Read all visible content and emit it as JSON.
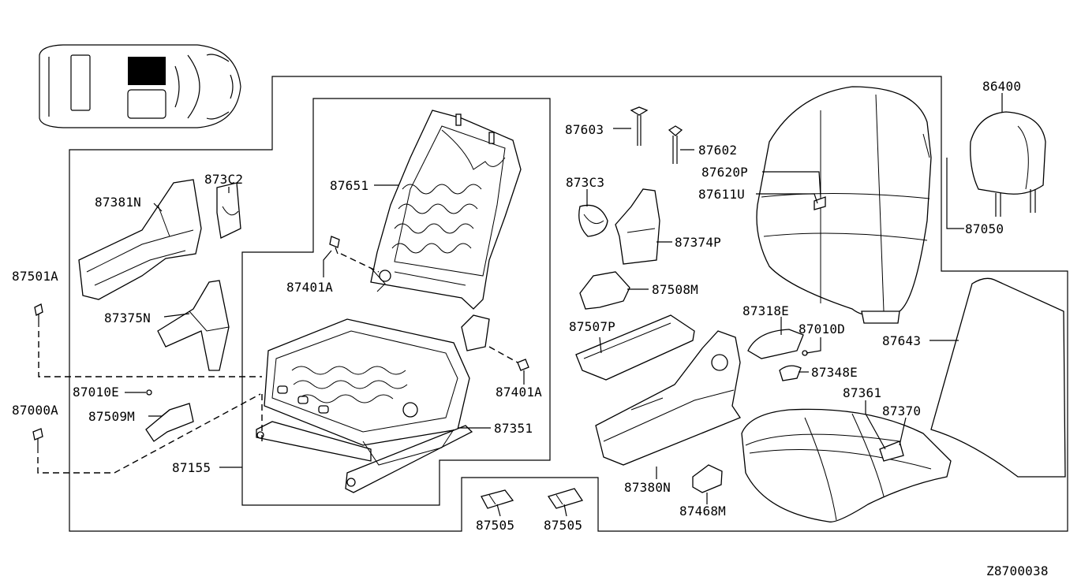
{
  "diagram": {
    "code": "Z8700038",
    "labels": {
      "p86400": "86400",
      "p87603": "87603",
      "p87602": "87602",
      "p87620P": "87620P",
      "p87611U": "87611U",
      "p87050": "87050",
      "p87651": "87651",
      "p873C2": "873C2",
      "p873C3": "873C3",
      "p87381N": "87381N",
      "p87374P": "87374P",
      "p87501A": "87501A",
      "p87401A_top": "87401A",
      "p87508M": "87508M",
      "p87375N": "87375N",
      "p87318E": "87318E",
      "p87010D": "87010D",
      "p87507P": "87507P",
      "p87643": "87643",
      "p87401A_bot": "87401A",
      "p87348E": "87348E",
      "p87010E": "87010E",
      "p87361": "87361",
      "p87000A": "87000A",
      "p87509M": "87509M",
      "p87370": "87370",
      "p87351": "87351",
      "p87155": "87155",
      "p87380N": "87380N",
      "p87468M": "87468M",
      "p87505_a": "87505",
      "p87505_b": "87505"
    }
  }
}
